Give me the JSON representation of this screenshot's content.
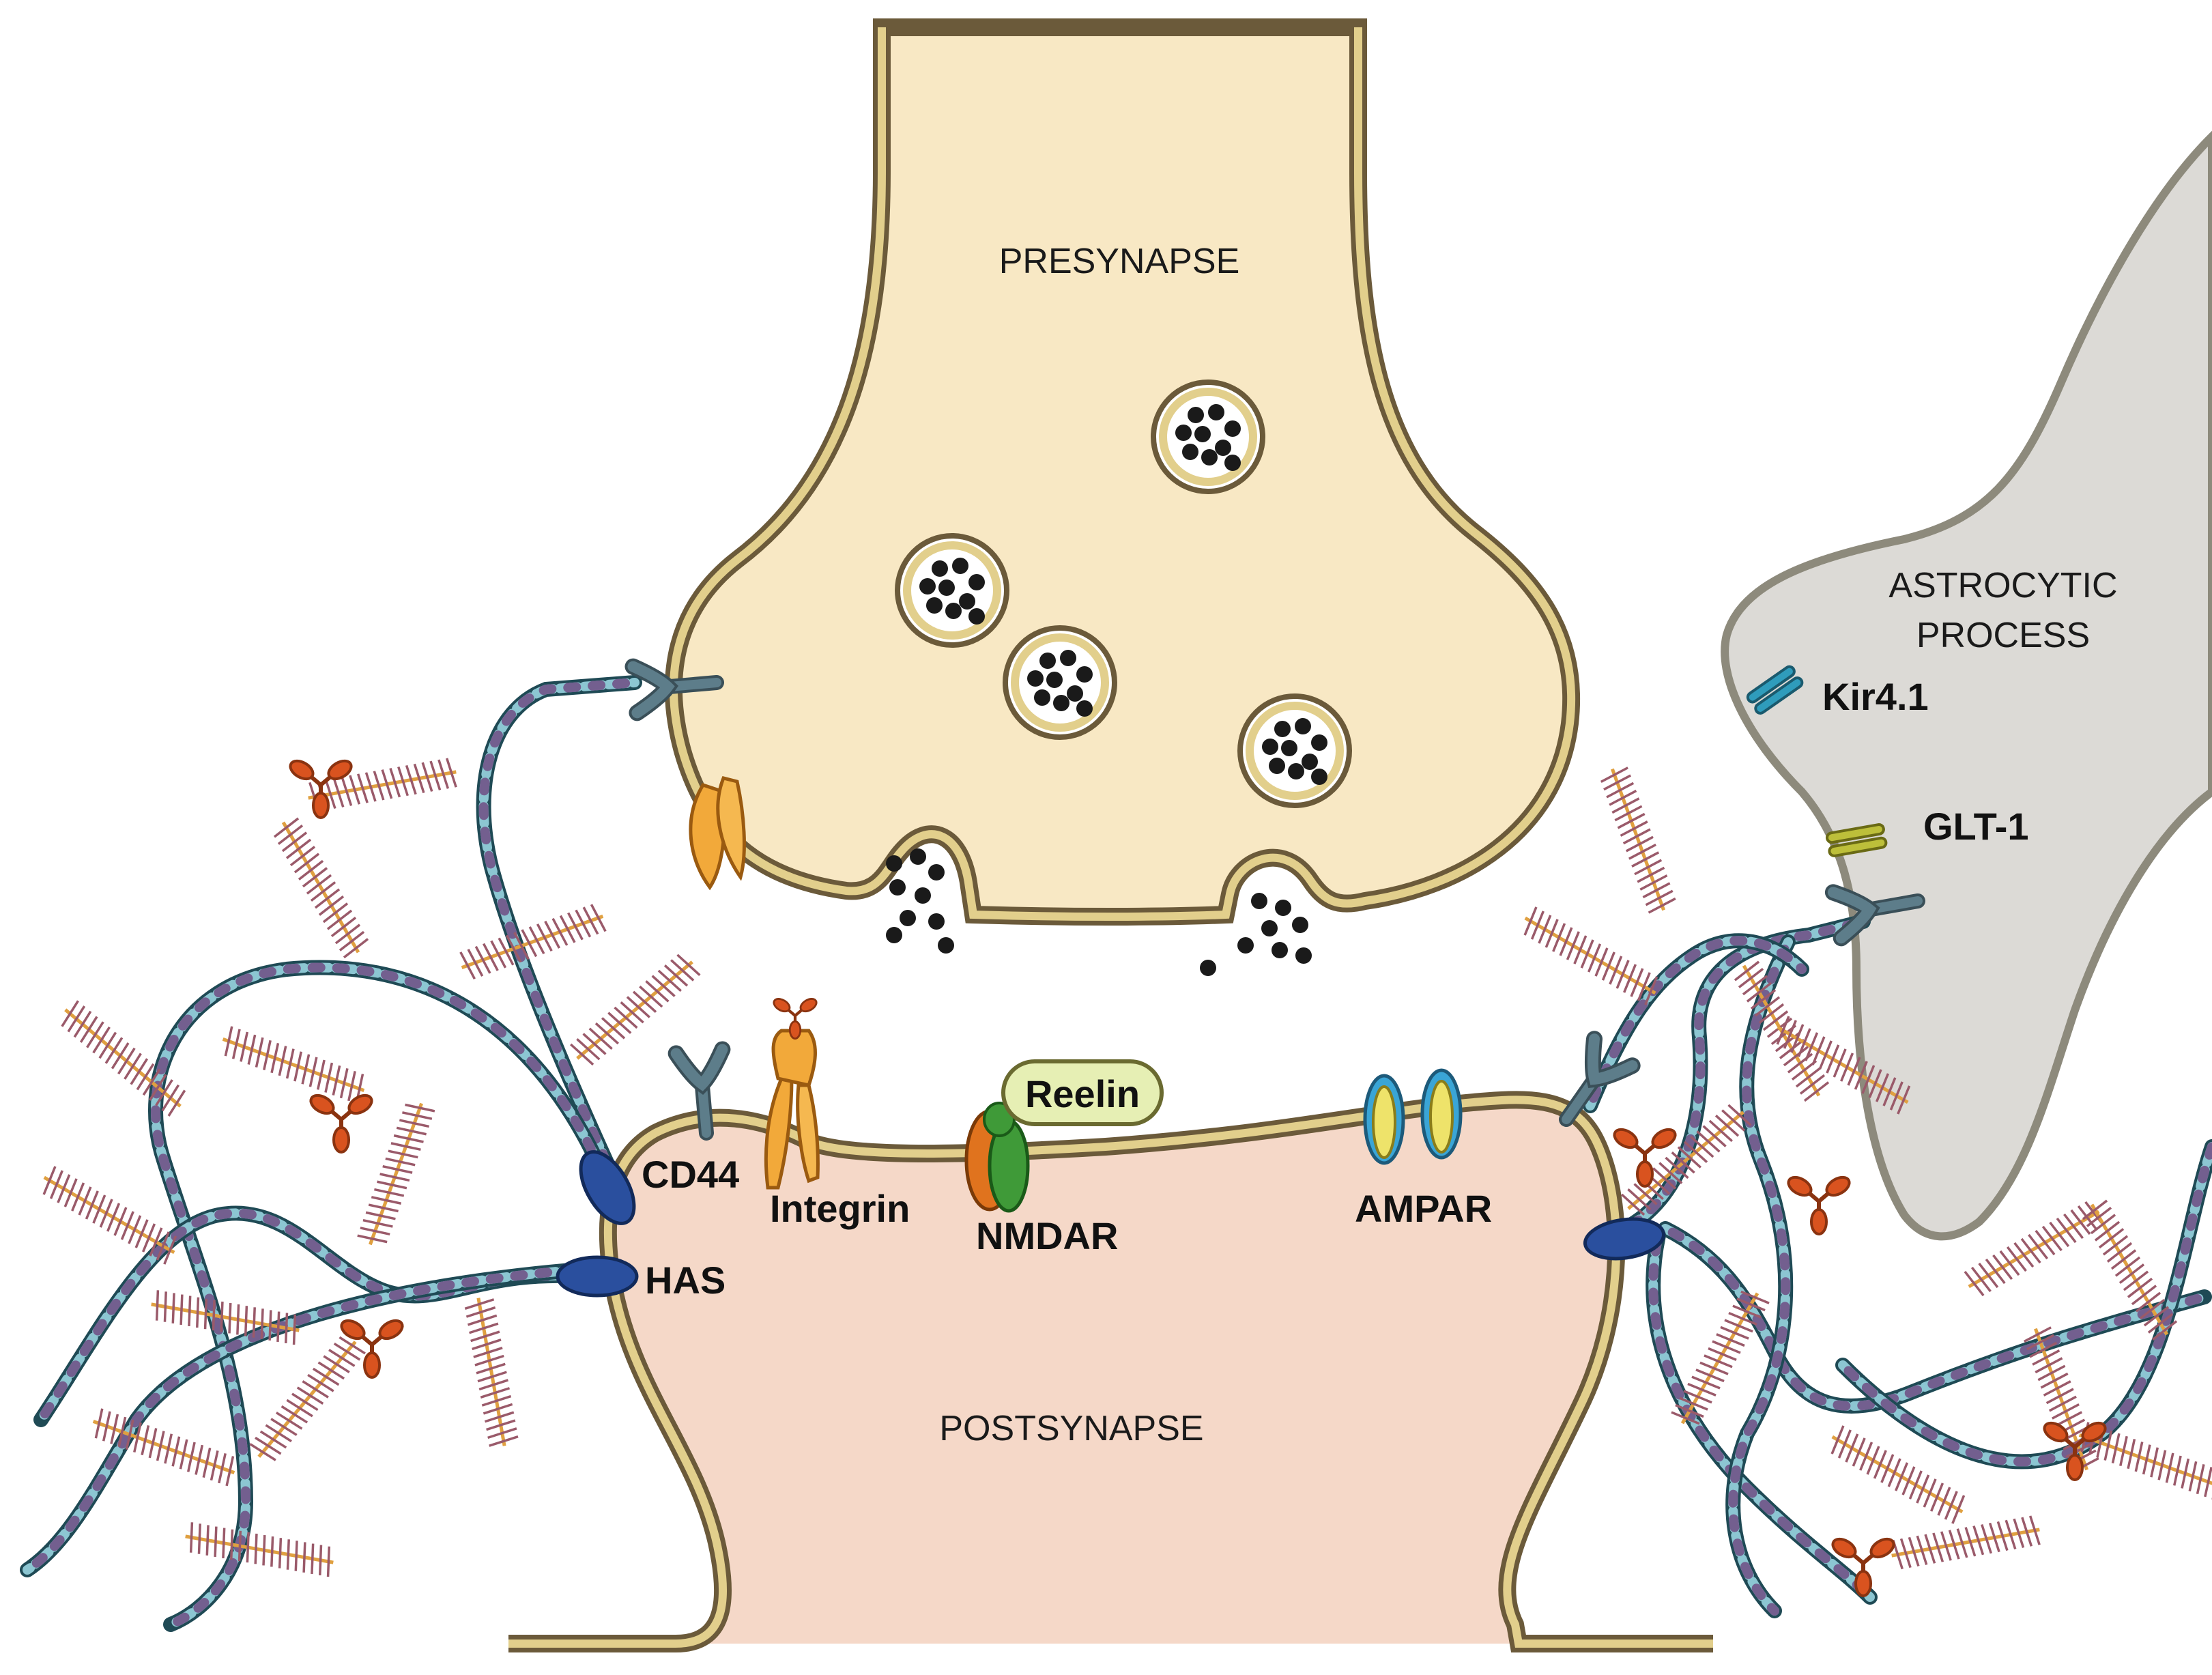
{
  "regions": {
    "presynapse": "PRESYNAPSE",
    "postsynapse": "POSTSYNAPSE",
    "astro_line1": "ASTROCYTIC",
    "astro_line2": "PROCESS"
  },
  "labels": {
    "kir41": "Kir4.1",
    "glt1": "GLT-1",
    "cd44": "CD44",
    "integrin": "Integrin",
    "reelin": "Reelin",
    "nmdar": "NMDAR",
    "ampar": "AMPAR",
    "has": "HAS"
  },
  "colors": {
    "membrane": "#6b5a3a",
    "membrane_fill": "#e2cf8c",
    "presynapse_fill": "#f8e8c4",
    "postsynapse_fill": "#f5d8c8",
    "astro_fill": "#dcdad6",
    "astro_stroke": "#8d8a7c",
    "cd44": "#5d7d8a",
    "integrin": "#f2a93a",
    "reelin": "#e6efb4",
    "nmdar_orange": "#e0731e",
    "nmdar_green": "#3f9a38",
    "ampar_blue": "#3aa5d6",
    "ampar_yellow": "#eee36a",
    "kir41": "#2f9cbc",
    "glt1": "#bdbf3a",
    "has": "#2a4f9e",
    "ha_chain_light": "#8cc6d2",
    "ha_chain_dark": "#735f8f",
    "proteoglycan_core": "#e0a040",
    "proteoglycan_bristle": "#9a5a6a",
    "tenascin": "#d9531f",
    "vesicle_dot": "#1a1a1a"
  },
  "icons": {
    "vesicle": "synaptic-vesicle-icon",
    "receptor": "membrane-receptor-icon",
    "tenascin": "tenascin-trimer-icon",
    "proteoglycan": "proteoglycan-bristle-icon",
    "hyaluronan": "hyaluronan-chain-icon"
  }
}
